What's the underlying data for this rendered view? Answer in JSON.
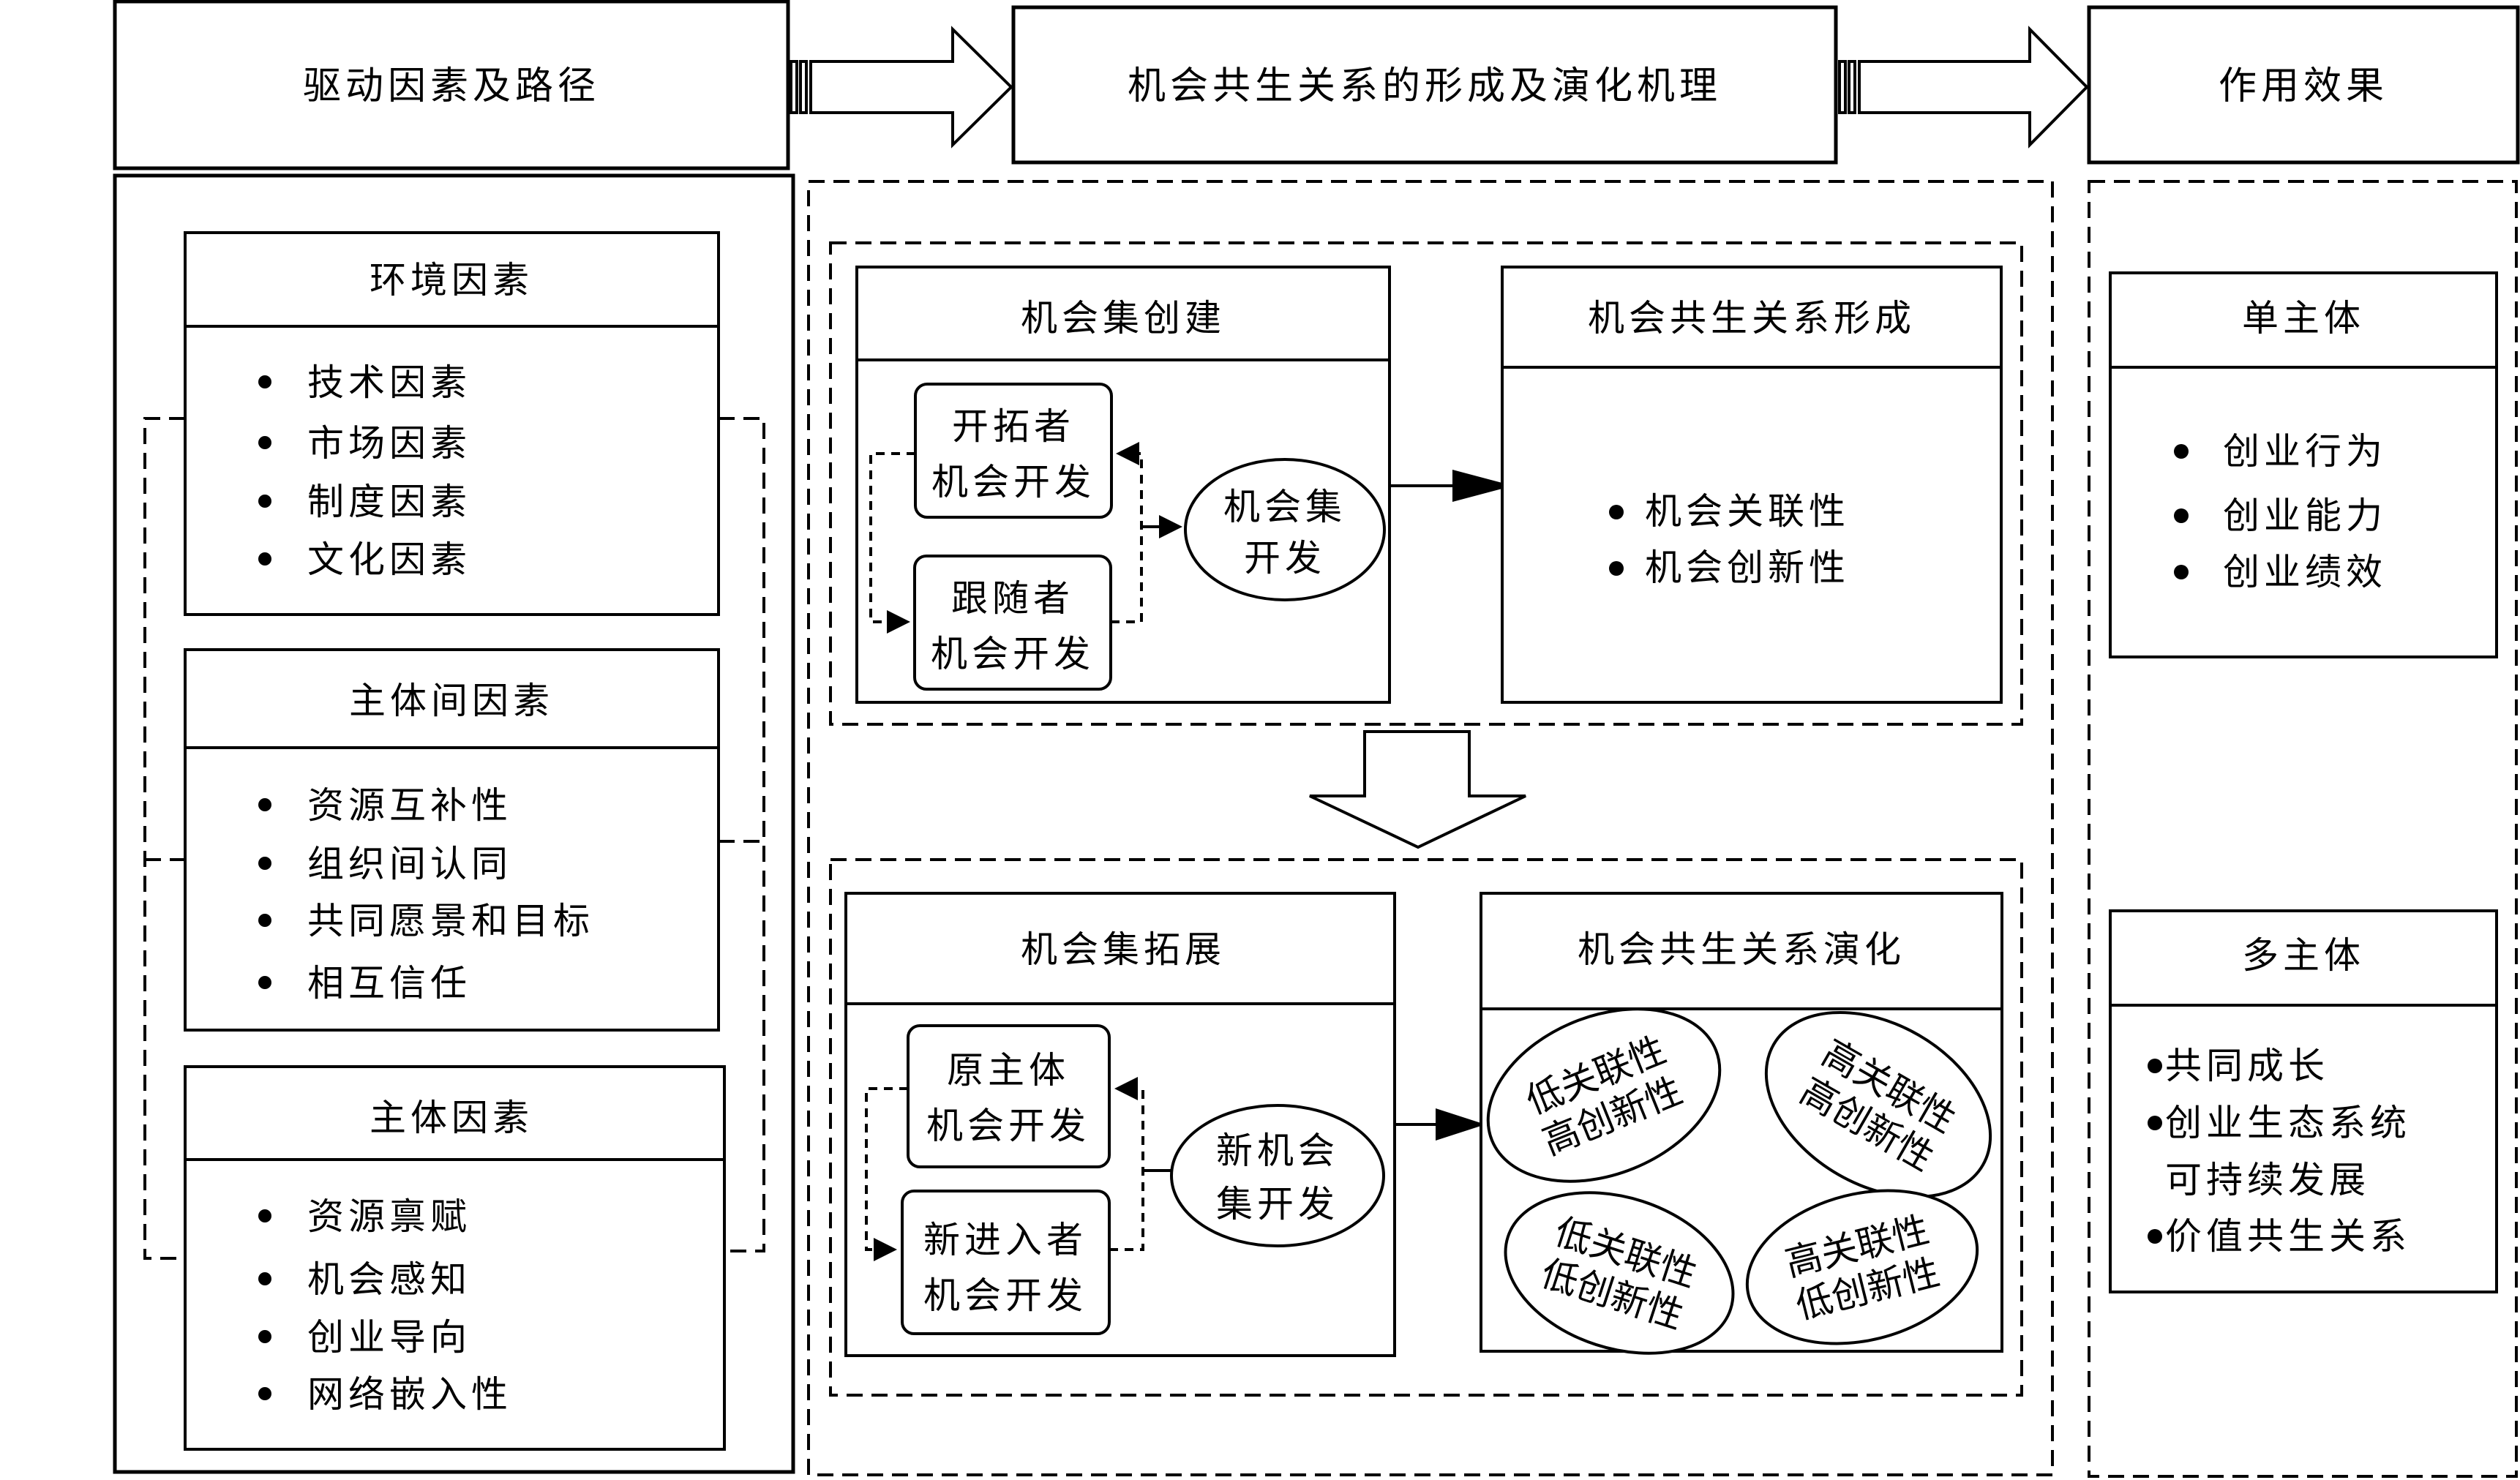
{
  "headers": {
    "drivers": "驱动因素及路径",
    "mechanism": "机会共生关系的形成及演化机理",
    "effects": "作用效果"
  },
  "drivers": {
    "environment": {
      "title": "环境因素",
      "items": [
        "技术因素",
        "市场因素",
        "制度因素",
        "文化因素"
      ]
    },
    "inter_subject": {
      "title": "主体间因素",
      "items": [
        "资源互补性",
        "组织间认同",
        "共同愿景和目标",
        "相互信任"
      ]
    },
    "subject": {
      "title": "主体因素",
      "items": [
        "资源禀赋",
        "机会感知",
        "创业导向",
        "网络嵌入性"
      ]
    }
  },
  "formation": {
    "creation": {
      "title": "机会集创建",
      "pioneer": [
        "开拓者",
        "机会开发"
      ],
      "follower": [
        "跟随者",
        "机会开发"
      ],
      "set_dev": [
        "机会集",
        "开发"
      ]
    },
    "relation": {
      "title": "机会共生关系形成",
      "items": [
        "机会关联性",
        "机会创新性"
      ]
    }
  },
  "evolution": {
    "expansion": {
      "title": "机会集拓展",
      "original": [
        "原主体",
        "机会开发"
      ],
      "entrant": [
        "新进入者",
        "机会开发"
      ],
      "new_set_dev": [
        "新机会",
        "集开发"
      ]
    },
    "relation": {
      "title": "机会共生关系演化",
      "quadrants": [
        [
          "低关联性",
          "高创新性"
        ],
        [
          "高关联性",
          "高创新性"
        ],
        [
          "低关联性",
          "低创新性"
        ],
        [
          "高关联性",
          "低创新性"
        ]
      ]
    }
  },
  "effects": {
    "single": {
      "title": "单主体",
      "items": [
        "创业行为",
        "创业能力",
        "创业绩效"
      ]
    },
    "multi": {
      "title": "多主体",
      "items": [
        [
          "共同成长"
        ],
        [
          "创业生态系统",
          "可持续发展"
        ],
        [
          "价值共生关系"
        ]
      ]
    }
  },
  "bullet": "•"
}
